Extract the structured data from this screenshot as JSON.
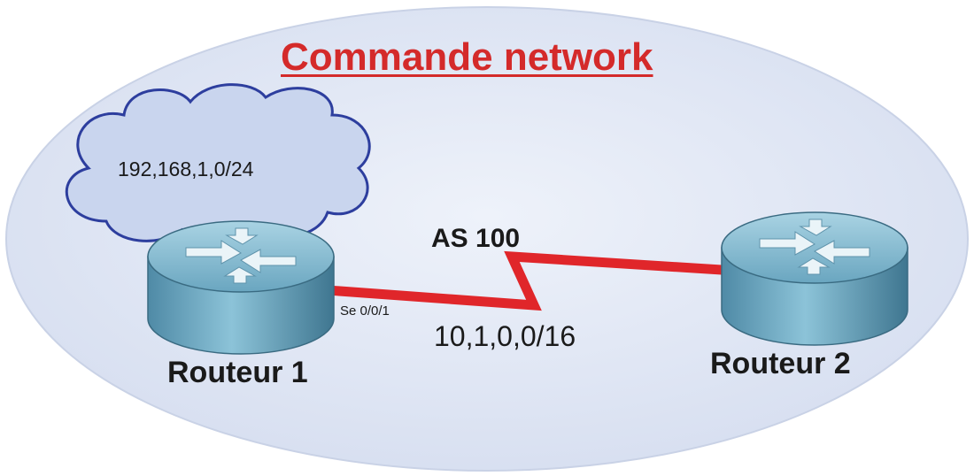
{
  "title": "Commande network",
  "cloud": {
    "network": "192,168,1,0/24"
  },
  "link": {
    "as_label": "AS 100",
    "interface": "Se 0/0/1",
    "network": "10,1,0,0/16",
    "color": "#e0262a"
  },
  "routers": [
    {
      "name": "Routeur 1",
      "icon": "router-icon"
    },
    {
      "name": "Routeur 2",
      "icon": "router-icon"
    }
  ],
  "colors": {
    "background_ellipse": "#dfe6f5",
    "cloud_fill": "#c9d5ee",
    "cloud_stroke": "#2d3e9e",
    "router_body": "#6aa9c4",
    "title": "#d42a2a"
  }
}
